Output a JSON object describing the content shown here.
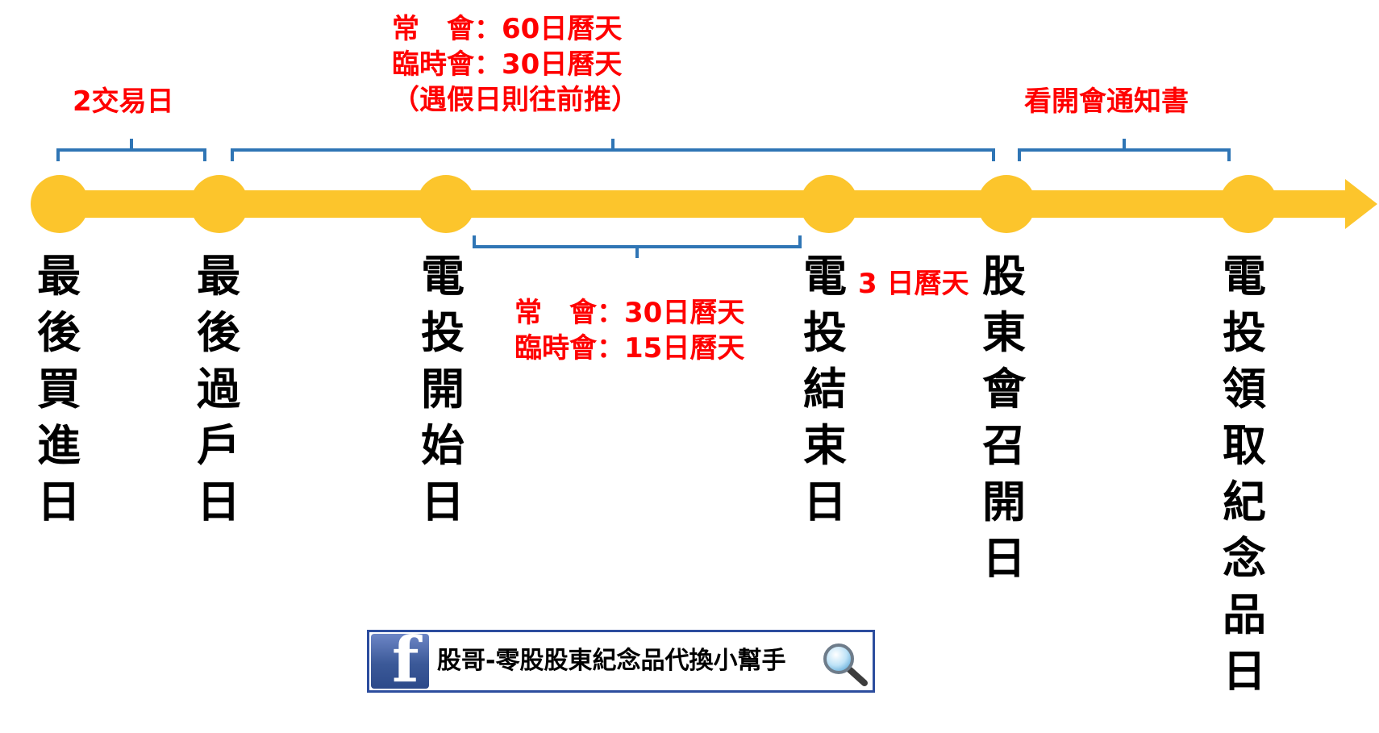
{
  "colors": {
    "timeline": "#fcc52c",
    "bracket": "#2f75b5",
    "note": "#ff0000",
    "label": "#000000",
    "facebook": "#3b5998"
  },
  "milestones": [
    {
      "label": "最後買進日"
    },
    {
      "label": "最後過戶日"
    },
    {
      "label": "電投開始日"
    },
    {
      "label": "電投結束日"
    },
    {
      "label": "股東會召開日"
    },
    {
      "label": "電投領取紀念品日"
    }
  ],
  "notes": {
    "trade_days": "2交易日",
    "meeting_lines": [
      "常　會：60日曆天",
      "臨時會：30日曆天",
      "（遇假日則往前推）"
    ],
    "notice": "看開會通知書",
    "voting_lines": [
      "常　會：30日曆天",
      "臨時會：15日曆天"
    ],
    "three_days": "3 日曆天"
  },
  "banner": {
    "logo_icon": "facebook-icon",
    "logo_letter": "f",
    "text": "股哥-零股股東紀念品代換小幫手",
    "search_icon": "magnifier-icon"
  }
}
